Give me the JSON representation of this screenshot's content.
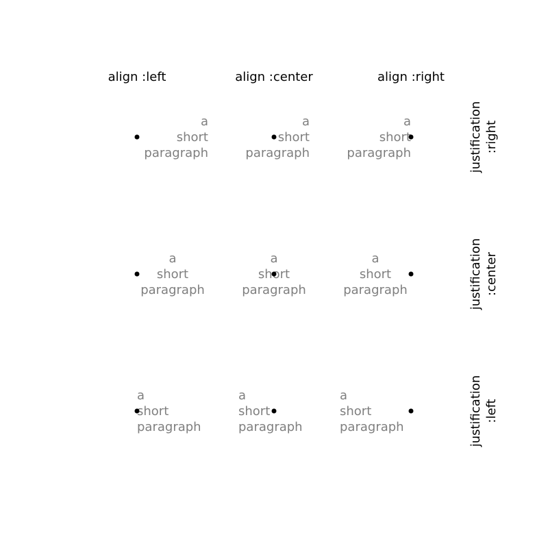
{
  "columns": [
    {
      "label": "align :left",
      "align": "left"
    },
    {
      "label": "align :center",
      "align": "center"
    },
    {
      "label": "align :right",
      "align": "right"
    }
  ],
  "rows": [
    {
      "label_line1": "justification",
      "label_line2": ":right",
      "justification": "right"
    },
    {
      "label_line1": "justification",
      "label_line2": ":center",
      "justification": "center"
    },
    {
      "label_line1": "justification",
      "label_line2": ":left",
      "justification": "left"
    }
  ],
  "paragraph_lines": [
    "a",
    "short",
    "paragraph"
  ],
  "colors": {
    "paragraph": "#7f7f7f",
    "dot": "#000000",
    "label": "#000000",
    "background": "#ffffff"
  }
}
